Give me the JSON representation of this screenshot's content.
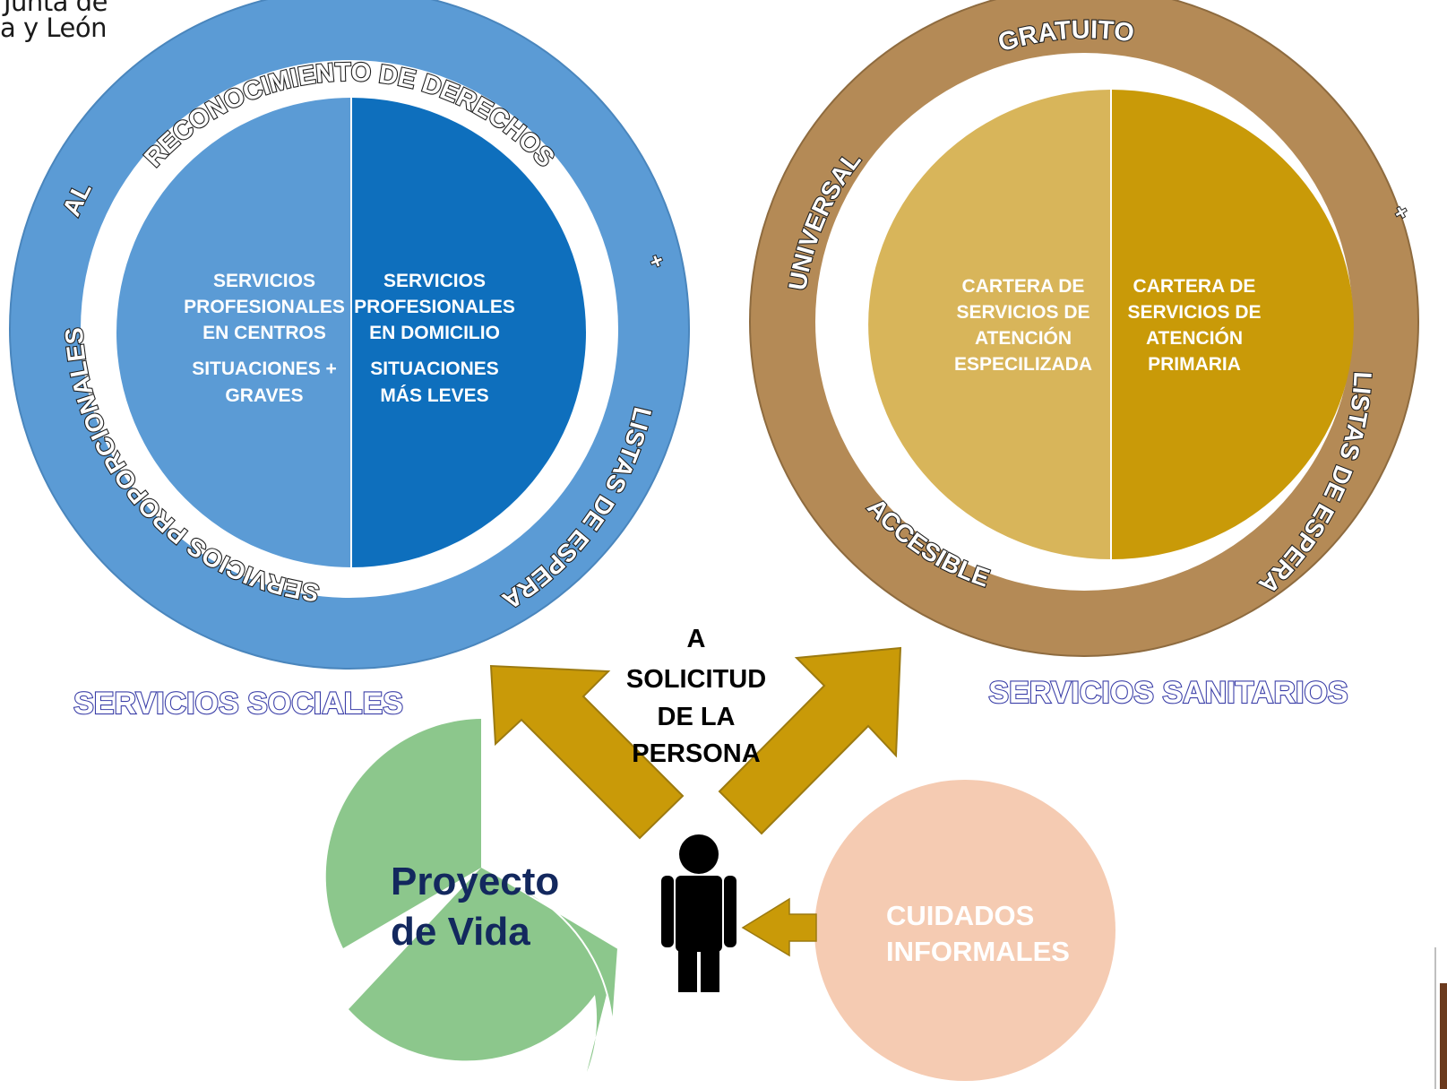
{
  "corner_logo": {
    "line1": "Junta de",
    "line2": "a y León"
  },
  "social": {
    "ring_top": "RECONOCIMIENTO DE DERECHOS",
    "ring_al": "AL",
    "ring_plus": "+",
    "ring_left": "SERVICIOS PROPORCIONALES",
    "ring_right": "LISTAS DE ESPERA",
    "left_half": [
      "SERVICIOS",
      "PROFESIONALES",
      "EN CENTROS",
      "SITUACIONES +",
      "GRAVES"
    ],
    "right_half": [
      "SERVICIOS",
      "PROFESIONALES",
      "EN DOMICILIO",
      "SITUACIONES",
      "MÁS LEVES"
    ],
    "title": "SERVICIOS SOCIALES",
    "colors": {
      "ring": "#5b9bd5",
      "left": "#5b9bd5",
      "right": "#0e6fbd"
    }
  },
  "health": {
    "ring_top": "GRATUITO",
    "ring_universal": "UNIVERSAL",
    "ring_plus": "+",
    "ring_accesible": "ACCESIBLE",
    "ring_right": "LISTAS DE ESPERA",
    "left_half": [
      "CARTERA DE",
      "SERVICIOS DE",
      "ATENCIÓN",
      "ESPECILIZADA"
    ],
    "right_half": [
      "CARTERA DE",
      "SERVICIOS DE",
      "ATENCIÓN",
      "PRIMARIA"
    ],
    "title": "SERVICIOS SANITARIOS",
    "colors": {
      "ring": "#b48a56",
      "left": "#d8b55a",
      "right": "#c99a08"
    }
  },
  "center": {
    "request_lines": [
      "A",
      "SOLICITUD",
      "DE LA",
      "PERSONA"
    ],
    "project_lines": [
      "Proyecto",
      "de Vida"
    ],
    "informal_lines": [
      "CUIDADOS",
      "INFORMALES"
    ],
    "person_icon": "person-icon",
    "colors": {
      "arrow": "#c99a08",
      "project": "#8cc78c",
      "informal": "#f5cbb2",
      "project_text": "#13285e"
    }
  }
}
